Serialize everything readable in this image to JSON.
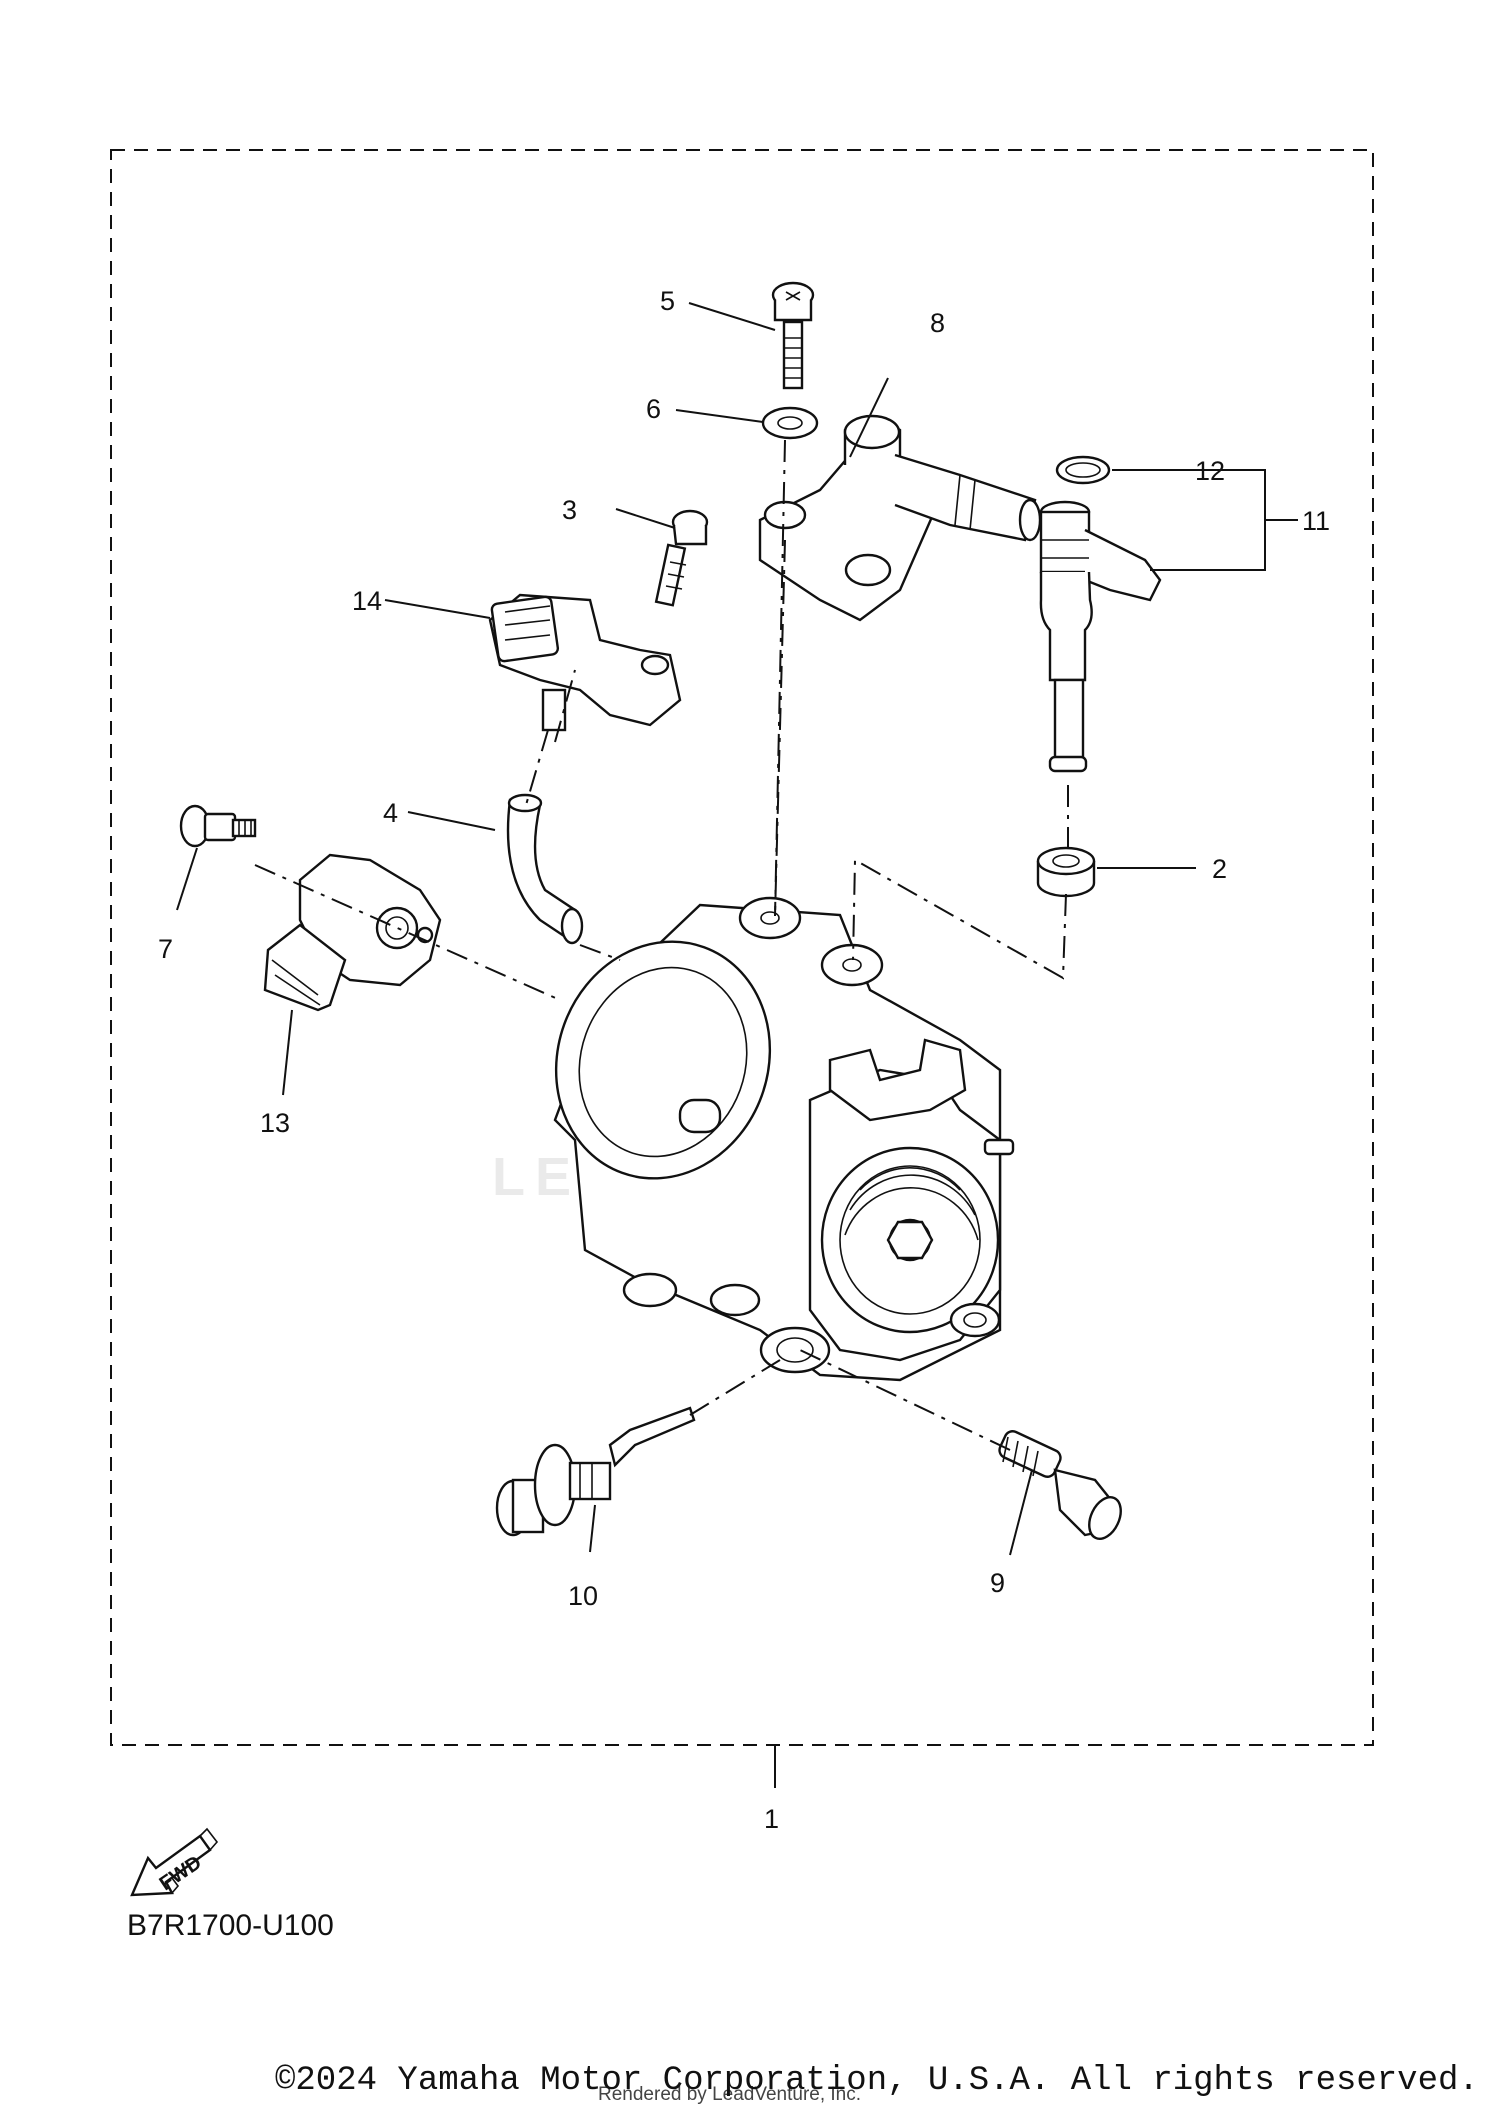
{
  "diagram": {
    "callouts": {
      "c1": "1",
      "c2": "2",
      "c3": "3",
      "c4": "4",
      "c5": "5",
      "c6": "6",
      "c7": "7",
      "c8": "8",
      "c9": "9",
      "c10": "10",
      "c11": "11",
      "c12": "12",
      "c13": "13",
      "c14": "14"
    },
    "fwd_label": "FWD",
    "diagram_code": "B7R1700-U100",
    "watermark": "LEADVENTURE"
  },
  "footer": {
    "copyright": "©2024 Yamaha Motor Corporation, U.S.A. All rights reserved.",
    "rendered_by": "Rendered by LeadVenture, Inc."
  }
}
